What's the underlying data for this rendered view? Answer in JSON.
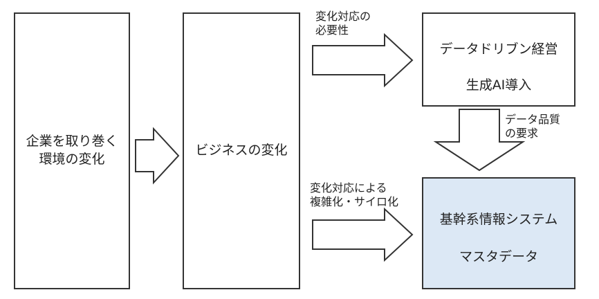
{
  "boxes": {
    "environment": "企業を取り巻く\n環境の変化",
    "business": "ビジネスの変化",
    "initiatives": {
      "line1": "データドリブン経営",
      "line2": "生成AI導入"
    },
    "systems": {
      "line1": "基幹系情報システム",
      "line2": "マスタデータ"
    }
  },
  "arrow_labels": {
    "top": "変化対応の\n必要性",
    "down": "データ品質\nの要求",
    "bottom": "変化対応による\n複雑化・サイロ化"
  },
  "colors": {
    "highlight_box": "#dce8f5",
    "stroke": "#333333"
  }
}
